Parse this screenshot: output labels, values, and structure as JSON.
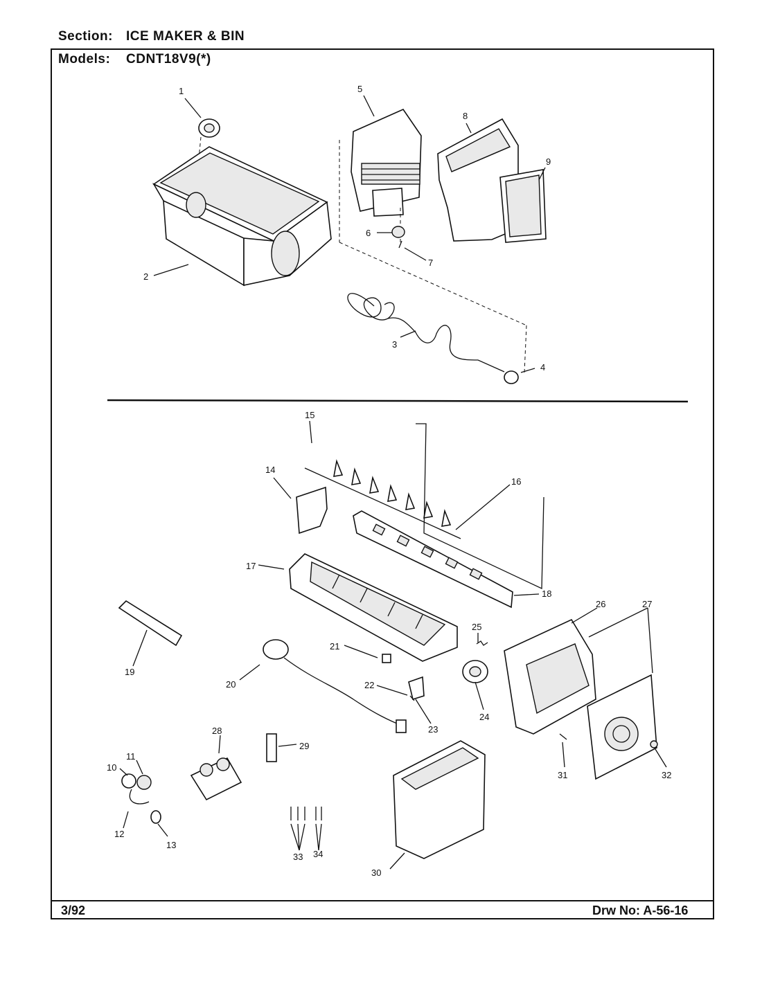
{
  "header": {
    "section_key": "Section:",
    "section_value": "ICE MAKER & BIN",
    "models_key": "Models:",
    "models_value": "CDNT18V9(*)"
  },
  "footer": {
    "date": "3/92",
    "drawing_number": "Drw No: A-56-16"
  },
  "callouts": [
    "1",
    "2",
    "3",
    "4",
    "5",
    "6",
    "7",
    "8",
    "9",
    "10",
    "11",
    "12",
    "13",
    "14",
    "15",
    "16",
    "17",
    "18",
    "19",
    "20",
    "21",
    "22",
    "23",
    "24",
    "25",
    "26",
    "27",
    "28",
    "29",
    "30",
    "31",
    "32",
    "33",
    "34"
  ]
}
